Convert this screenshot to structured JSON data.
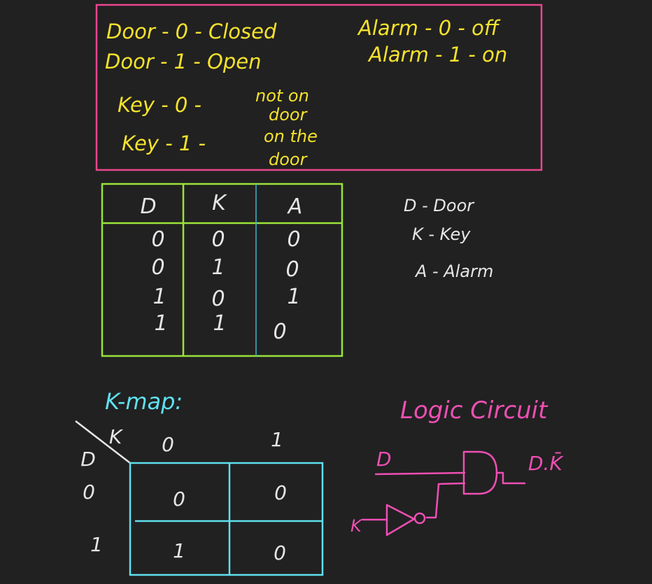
{
  "colors": {
    "background": "#212121",
    "legend_box": "#e8468f",
    "legend_text": "#f5e22c",
    "table_border": "#9be23a",
    "table_divider": "#38b6c9",
    "table_text": "#e6e6e6",
    "kmap_grid": "#5fe0ee",
    "kmap_text": "#e6e6e6",
    "circuit": "#ee4fb4"
  },
  "legend": {
    "door_0": "Door - 0 - Closed",
    "door_1": "Door - 1 - Open",
    "key_0": "Key - 0 -",
    "key_0_desc_1": "not on",
    "key_0_desc_2": "door",
    "key_1": "Key - 1 -",
    "key_1_desc_1": "on the",
    "key_1_desc_2": "door",
    "alarm_0": "Alarm - 0 - off",
    "alarm_1": "Alarm - 1 - on"
  },
  "truth_table": {
    "headers": [
      "D",
      "K",
      "A"
    ],
    "rows": [
      [
        "0",
        "0",
        "0"
      ],
      [
        "0",
        "1",
        "0"
      ],
      [
        "1",
        "0",
        "1"
      ],
      [
        "1",
        "1",
        "0"
      ]
    ]
  },
  "abbreviations": {
    "d": "D - Door",
    "k": "K - Key",
    "a": "A - Alarm"
  },
  "kmap": {
    "title": "K-map:",
    "col_var": "K",
    "row_var": "D",
    "col_headers": [
      "0",
      "1"
    ],
    "row_headers": [
      "0",
      "1"
    ],
    "cells": [
      [
        "0",
        "0"
      ],
      [
        "1",
        "0"
      ]
    ]
  },
  "circuit": {
    "title": "Logic Circuit",
    "input_d": "D",
    "input_k": "K",
    "output": "D.K̄"
  }
}
